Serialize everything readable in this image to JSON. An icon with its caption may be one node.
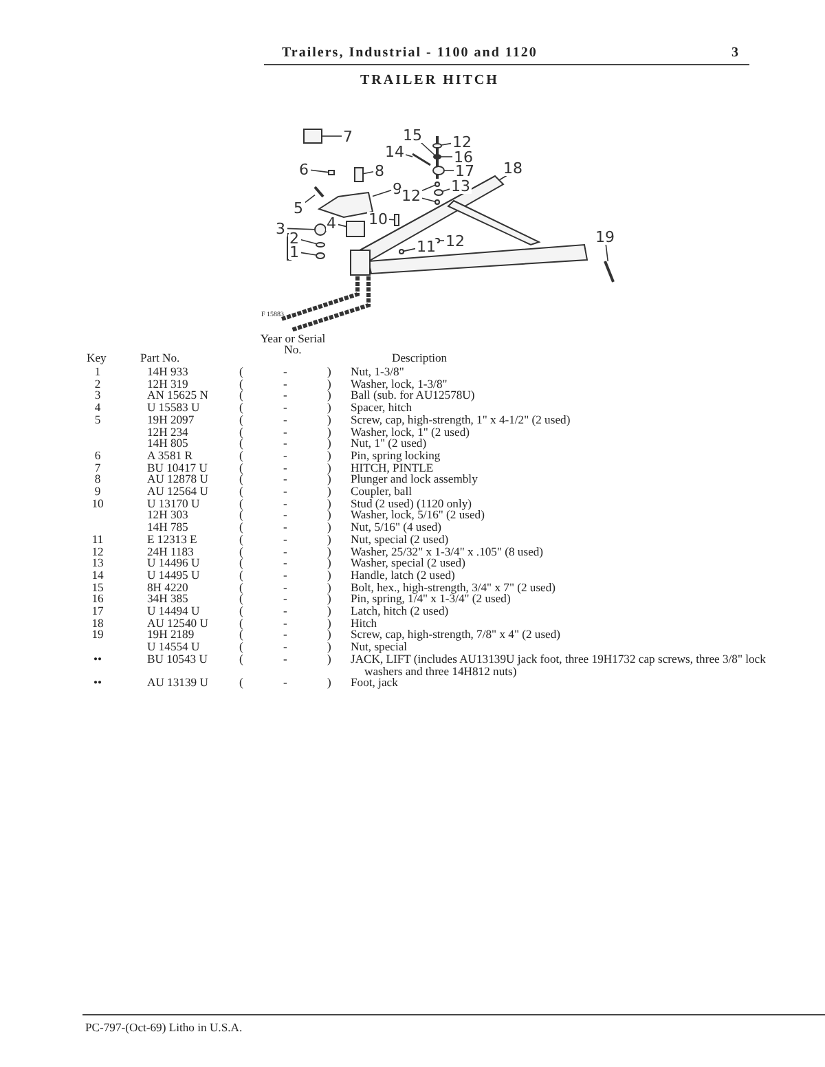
{
  "diagram": {
    "title": "TRAILER HITCH",
    "nodes": [
      {
        "text": [
          "15"
        ]
      },
      {
        "text": [
          "7"
        ]
      },
      {
        "text": [
          "12"
        ]
      },
      {
        "text": [
          "14"
        ]
      },
      {
        "text": [
          "16"
        ]
      },
      {
        "text": [
          "18"
        ]
      },
      {
        "text": [
          "6"
        ]
      },
      {
        "text": [
          "17"
        ]
      },
      {
        "text": [
          "8"
        ]
      },
      {
        "text": [
          "13"
        ]
      },
      {
        "text": [
          "9"
        ]
      },
      {
        "text": [
          "12"
        ]
      },
      {
        "text": [
          "5"
        ]
      },
      {
        "text": [
          "10"
        ]
      },
      {
        "text": [
          "4"
        ]
      },
      {
        "text": [
          "3"
        ]
      },
      {
        "text": [
          "19"
        ]
      },
      {
        "text": [
          "2"
        ]
      },
      {
        "text": [
          "12"
        ]
      },
      {
        "text": [
          "11"
        ]
      },
      {
        "text": [
          "1"
        ]
      },
      {
        "text": [],
        "shape": "picture"
      },
      {
        "text": [],
        "shape": "box"
      },
      {
        "text": [],
        "shape": "circle"
      },
      {
        "text": [],
        "shape": "picture"
      },
      {
        "text": [],
        "shape": "circle"
      },
      {
        "text": [],
        "shape": "picture"
      },
      {
        "text": [],
        "shape": "box"
      },
      {
        "text": [],
        "shape": "circle"
      },
      {
        "text": [],
        "shape": "box"
      },
      {
        "text": [],
        "shape": "circle"
      },
      {
        "text": [],
        "shape": "picture"
      },
      {
        "text": [],
        "shape": "circle"
      },
      {
        "text": [],
        "shape": "circle"
      },
      {
        "text": [],
        "shape": "picture"
      },
      {
        "text": [],
        "shape": "box"
      },
      {
        "text": [],
        "shape": "box"
      },
      {
        "text": [],
        "shape": "circle"
      },
      {
        "text": [],
        "shape": "picture"
      },
      {
        "text": [],
        "shape": "circle"
      },
      {
        "text": [],
        "shape": "circle"
      },
      {
        "text": [],
        "shape": "circle"
      },
      {
        "text": [],
        "shape": "circle"
      }
    ],
    "edges": [
      {
        "from": 0,
        "to": 21,
        "arrow": "none"
      },
      {
        "from": 1,
        "to": 22,
        "arrow": "none"
      },
      {
        "from": 2,
        "to": 23,
        "arrow": "none"
      },
      {
        "from": 3,
        "to": 24,
        "arrow": "none"
      },
      {
        "from": 4,
        "to": 25,
        "arrow": "none"
      },
      {
        "from": 5,
        "to": 26,
        "arrow": "none"
      },
      {
        "from": 6,
        "to": 27,
        "arrow": "none"
      },
      {
        "from": 7,
        "to": 28,
        "arrow": "none"
      },
      {
        "from": 8,
        "to": 29,
        "arrow": "none"
      },
      {
        "from": 9,
        "to": 30,
        "arrow": "none"
      },
      {
        "from": 10,
        "to": 31,
        "arrow": "none"
      },
      {
        "from": 11,
        "to": 32,
        "arrow": "none"
      },
      {
        "from": 11,
        "to": 33,
        "arrow": "none"
      },
      {
        "from": 12,
        "to": 34,
        "arrow": "none"
      },
      {
        "from": 13,
        "to": 35,
        "arrow": "none"
      },
      {
        "from": 14,
        "to": 36,
        "arrow": "none"
      },
      {
        "from": 15,
        "to": 37,
        "arrow": "none"
      },
      {
        "from": 16,
        "to": 38,
        "arrow": "none"
      },
      {
        "from": 17,
        "to": 39,
        "arrow": "none"
      },
      {
        "from": 18,
        "to": 40,
        "arrow": "none"
      },
      {
        "from": 19,
        "to": 41,
        "arrow": "none"
      },
      {
        "from": 20,
        "to": 42,
        "arrow": "none"
      }
    ],
    "labels": [
      "Trailers, Industrial - 1100 and 1120",
      "3",
      "F 15883",
      "Key",
      "Part No.",
      "Year or Serial No.",
      "Description",
      "1",
      "14H 933",
      "(",
      "-",
      ")",
      "Nut, 1-3/8\"",
      "2",
      "12H 319",
      "(",
      "-",
      ")",
      "Washer, lock, 1-3/8\"",
      "3",
      "AN 15625 N",
      "(",
      "-",
      ")",
      "Ball (sub. for AU12578U)",
      "4",
      "U 15583 U",
      "(",
      "-",
      ")",
      "Spacer, hitch",
      "5",
      "19H 2097",
      "(",
      "-",
      ")",
      "Screw, cap, high-strength, 1\" x 4-1/2\" (2 used)",
      "12H 234",
      "(",
      "-",
      ")",
      "Washer, lock, 1\" (2 used)",
      "14H 805",
      "(",
      "-",
      ")",
      "Nut, 1\" (2 used)",
      "6",
      "A 3581 R",
      "(",
      "-",
      ")",
      "Pin, spring locking",
      "7",
      "BU 10417 U",
      "(",
      "-",
      ")",
      "HITCH, PINTLE",
      "8",
      "AU 12878 U",
      "(",
      "-",
      ")",
      "Plunger and lock assembly",
      "9",
      "AU 12564 U",
      "(",
      "-",
      ")",
      "Coupler, ball",
      "10",
      "U 13170 U",
      "(",
      "-",
      ")",
      "Stud (2 used) (1120 only)",
      "12H 303",
      "(",
      "-",
      ")",
      "Washer, lock, 5/16\" (2 used)",
      "14H 785",
      "(",
      "-",
      ")",
      "Nut, 5/16\" (4 used)",
      "11",
      "E 12313 E",
      "(",
      "-",
      ")",
      "Nut, special (2 used)",
      "12",
      "24H 1183",
      "(",
      "-",
      ")",
      "Washer, 25/32\" x 1-3/4\" x .105\" (8 used)",
      "13",
      "U 14496 U",
      "(",
      "-",
      ")",
      "Washer, special (2 used)",
      "14",
      "U 14495 U",
      "(",
      "-",
      ")",
      "Handle, latch (2 used)",
      "15",
      "8H 4220",
      "(",
      "-",
      ")",
      "Bolt, hex., high-strength, 3/4\" x 7\" (2 used)",
      "16",
      "34H 385",
      "(",
      "-",
      ")",
      "Pin, spring, 1/4\" x 1-3/4\" (2 used)",
      "17",
      "U 14494 U",
      "(",
      "-",
      ")",
      "Latch, hitch (2 used)",
      "18",
      "AU 12540 U",
      "(",
      "-",
      ")",
      "Hitch",
      "19",
      "19H 2189",
      "(",
      "-",
      ")",
      "Screw, cap, high-strength, 7/8\" x 4\" (2 used)",
      "U 14554 U",
      "(",
      "-",
      ")",
      "Nut, special",
      "••",
      "BU 10543 U",
      "(",
      "-",
      ")",
      "JACK, LIFT (includes AU13139U jack foot, three 19H1732 cap screws, three 3/8\" lock washers and three 14H812 nuts)",
      "••",
      "AU 13139 U",
      "(",
      "-",
      ")",
      "Foot, jack",
      "PC-797-(Oct-69) Litho in U.S.A."
    ]
  }
}
